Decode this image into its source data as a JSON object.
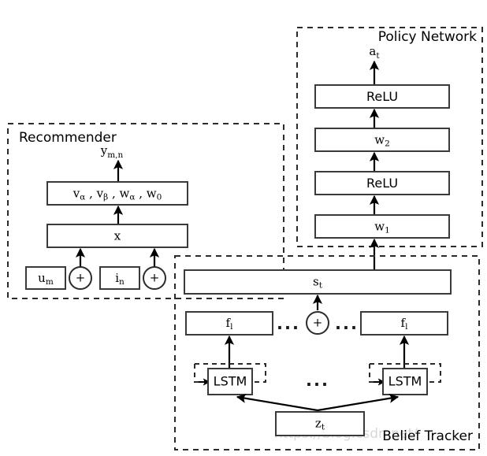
{
  "figure": {
    "title": "Recommender / Policy Network / Belief Tracker architecture",
    "background": "#ffffff",
    "stroke_color": "#3a3a3a",
    "watermark": "https://blog.csdn.net/"
  },
  "groups": {
    "recommender": {
      "title": "Recommender"
    },
    "policy": {
      "title": "Policy Network"
    },
    "belief": {
      "title": "Belief Tracker"
    }
  },
  "recommender": {
    "output_label": "y",
    "output_sub": "m,n",
    "params_box": "vα , vβ , wα , w0",
    "params_parts": {
      "p1": "v",
      "p1s": "α",
      "p2": "v",
      "p2s": "β",
      "p3": "w",
      "p3s": "α",
      "p4": "w",
      "p4s": "0",
      "sep": " , "
    },
    "x_box": "x",
    "user_box": "u",
    "user_sub": "m",
    "item_box": "i",
    "item_sub": "n",
    "plus_symbol": "+"
  },
  "policy": {
    "output_label": "a",
    "output_sub": "t",
    "layers": [
      {
        "label": "ReLU",
        "style": "sans"
      },
      {
        "label": "w",
        "sub": "2",
        "style": "serif"
      },
      {
        "label": "ReLU",
        "style": "sans"
      },
      {
        "label": "w",
        "sub": "1",
        "style": "serif"
      }
    ]
  },
  "belief": {
    "state_box": "s",
    "state_sub": "t",
    "feature_left": "f",
    "feature_left_sub": "l",
    "feature_right": "f",
    "feature_right_sub": "l",
    "plus_symbol": "+",
    "lstm_left": "LSTM",
    "lstm_right": "LSTM",
    "observation_box": "z",
    "observation_sub": "t",
    "ellipsis": "..."
  }
}
